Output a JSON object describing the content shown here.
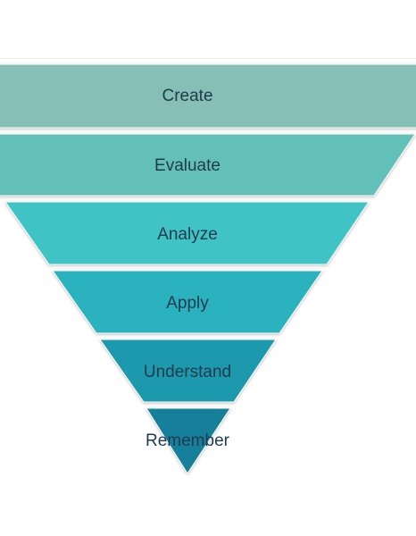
{
  "pyramid": {
    "levels": [
      {
        "label": "Create",
        "color": "#85bfb6"
      },
      {
        "label": "Evaluate",
        "color": "#64c0b9"
      },
      {
        "label": "Analyze",
        "color": "#41c3c4"
      },
      {
        "label": "Apply",
        "color": "#2bb3bf"
      },
      {
        "label": "Understand",
        "color": "#1d99ad"
      },
      {
        "label": "Remember",
        "color": "#13809a"
      }
    ]
  }
}
